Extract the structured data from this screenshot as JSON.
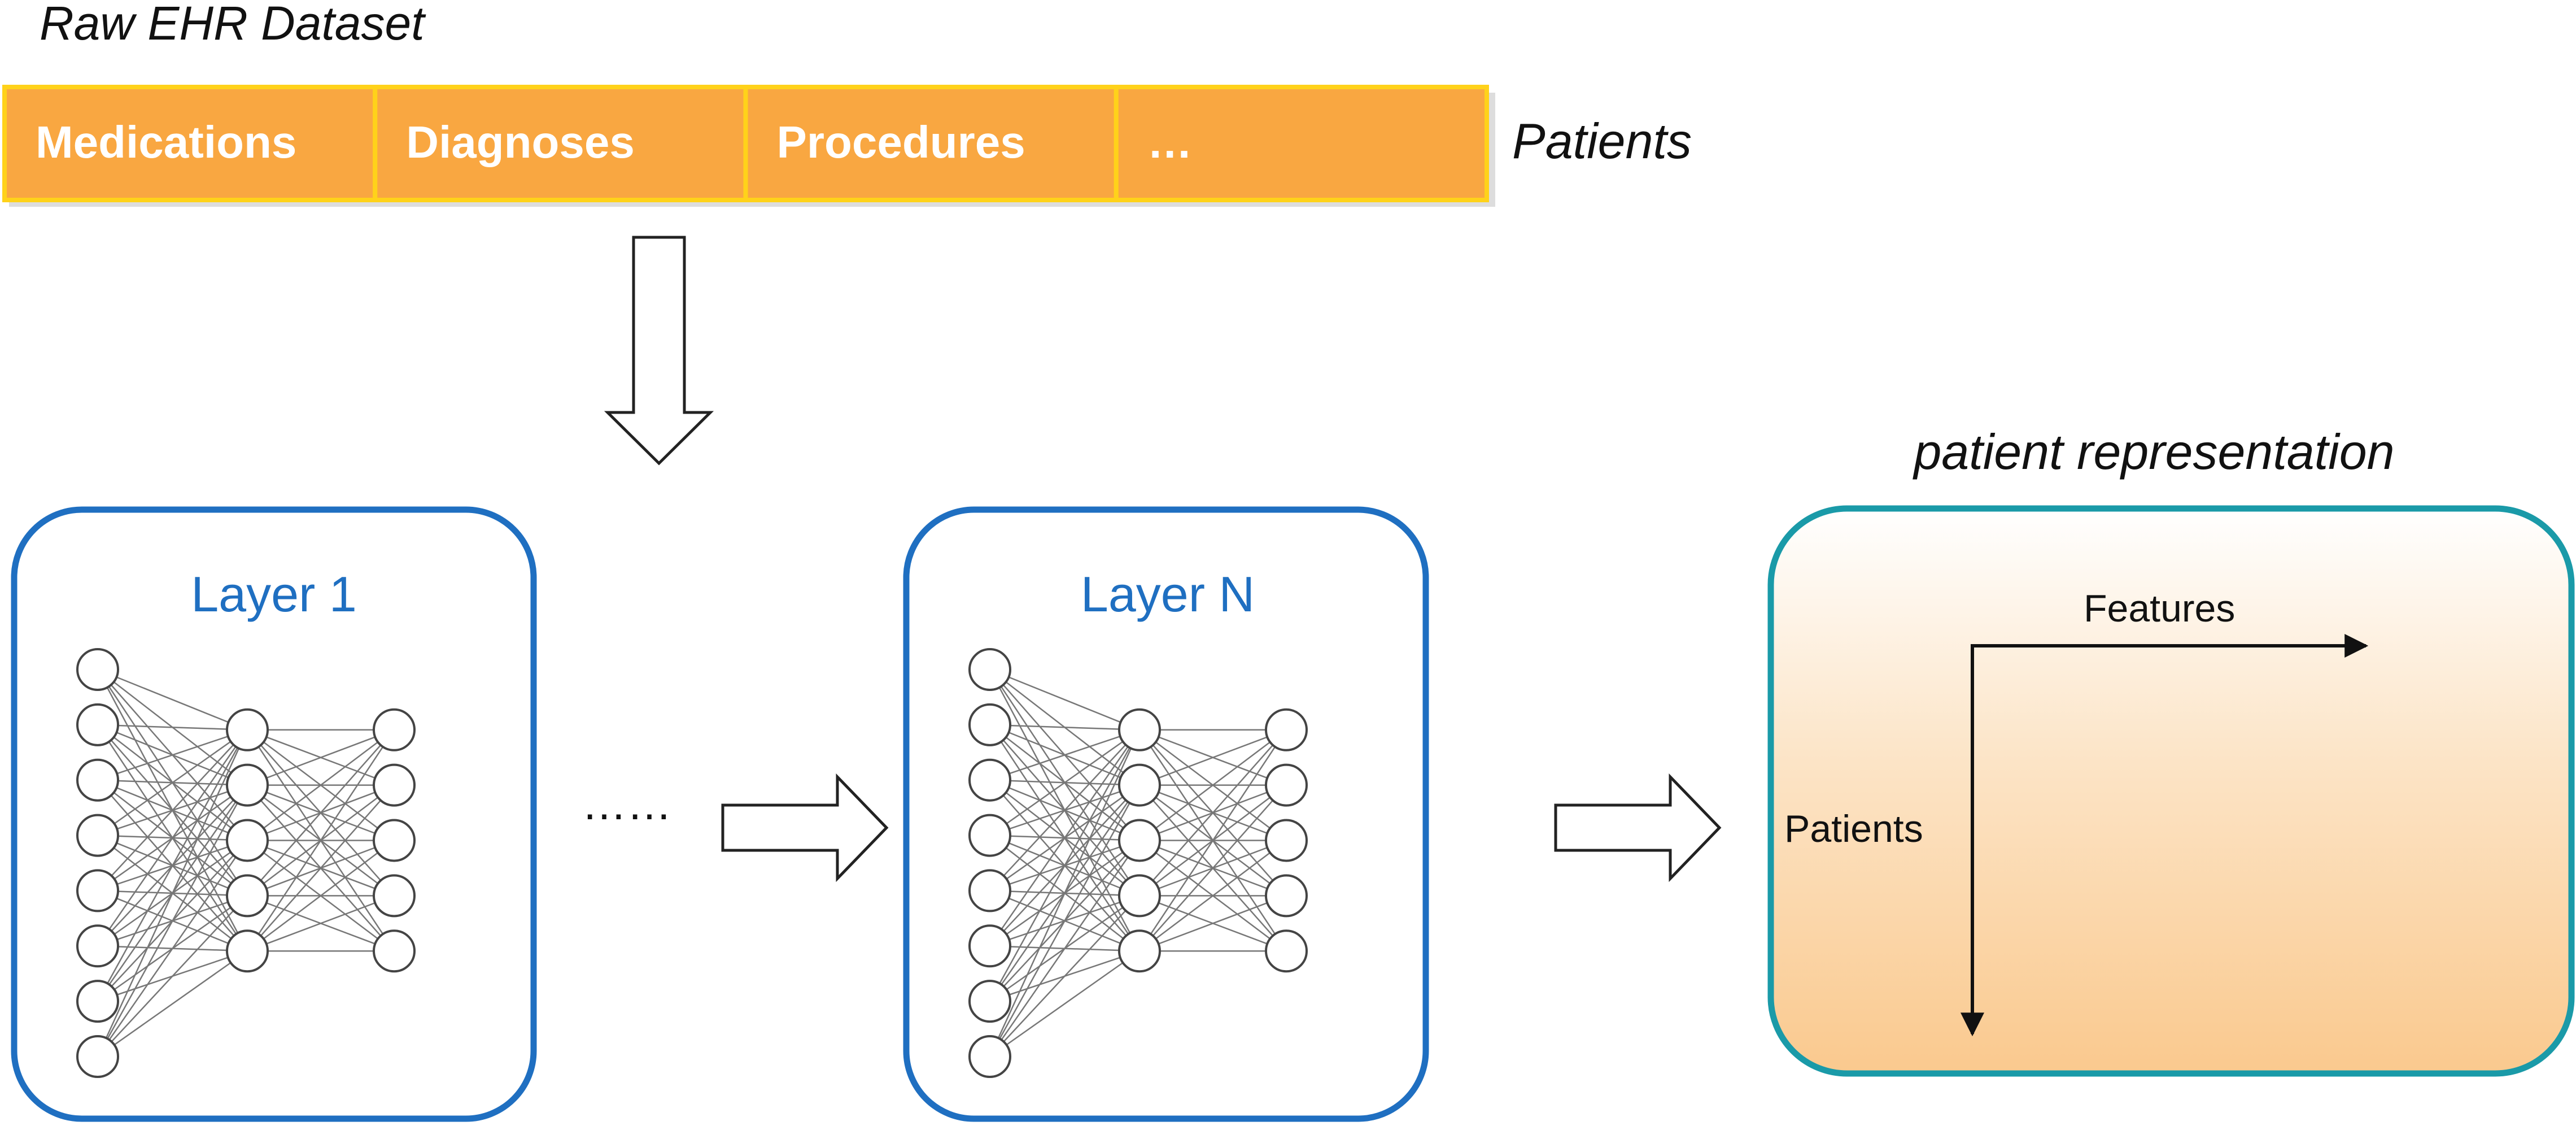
{
  "raw_dataset": {
    "title": "Raw EHR Dataset",
    "columns": [
      "Medications",
      "Diagnoses",
      "Procedures",
      "…"
    ],
    "rows_label": "Patients"
  },
  "layers": [
    {
      "title": "Layer 1",
      "neurons": [
        8,
        5,
        5
      ]
    },
    {
      "title": "Layer N",
      "neurons": [
        8,
        5,
        5
      ]
    }
  ],
  "ellipsis": "……",
  "representation": {
    "title": "patient representation",
    "x_axis_label": "Features",
    "y_axis_label": "Patients"
  },
  "colors": {
    "bar_fill": "#F9A741",
    "bar_border": "#FFD21A",
    "layer_border": "#1F6FC1",
    "layer_title": "#1F6FC1",
    "rep_border": "#1A9AA8",
    "rep_fill_top": "#FFFFFF",
    "rep_fill_bottom": "#FAC98E",
    "node_stroke": "#444444",
    "edge_stroke": "#777777"
  }
}
